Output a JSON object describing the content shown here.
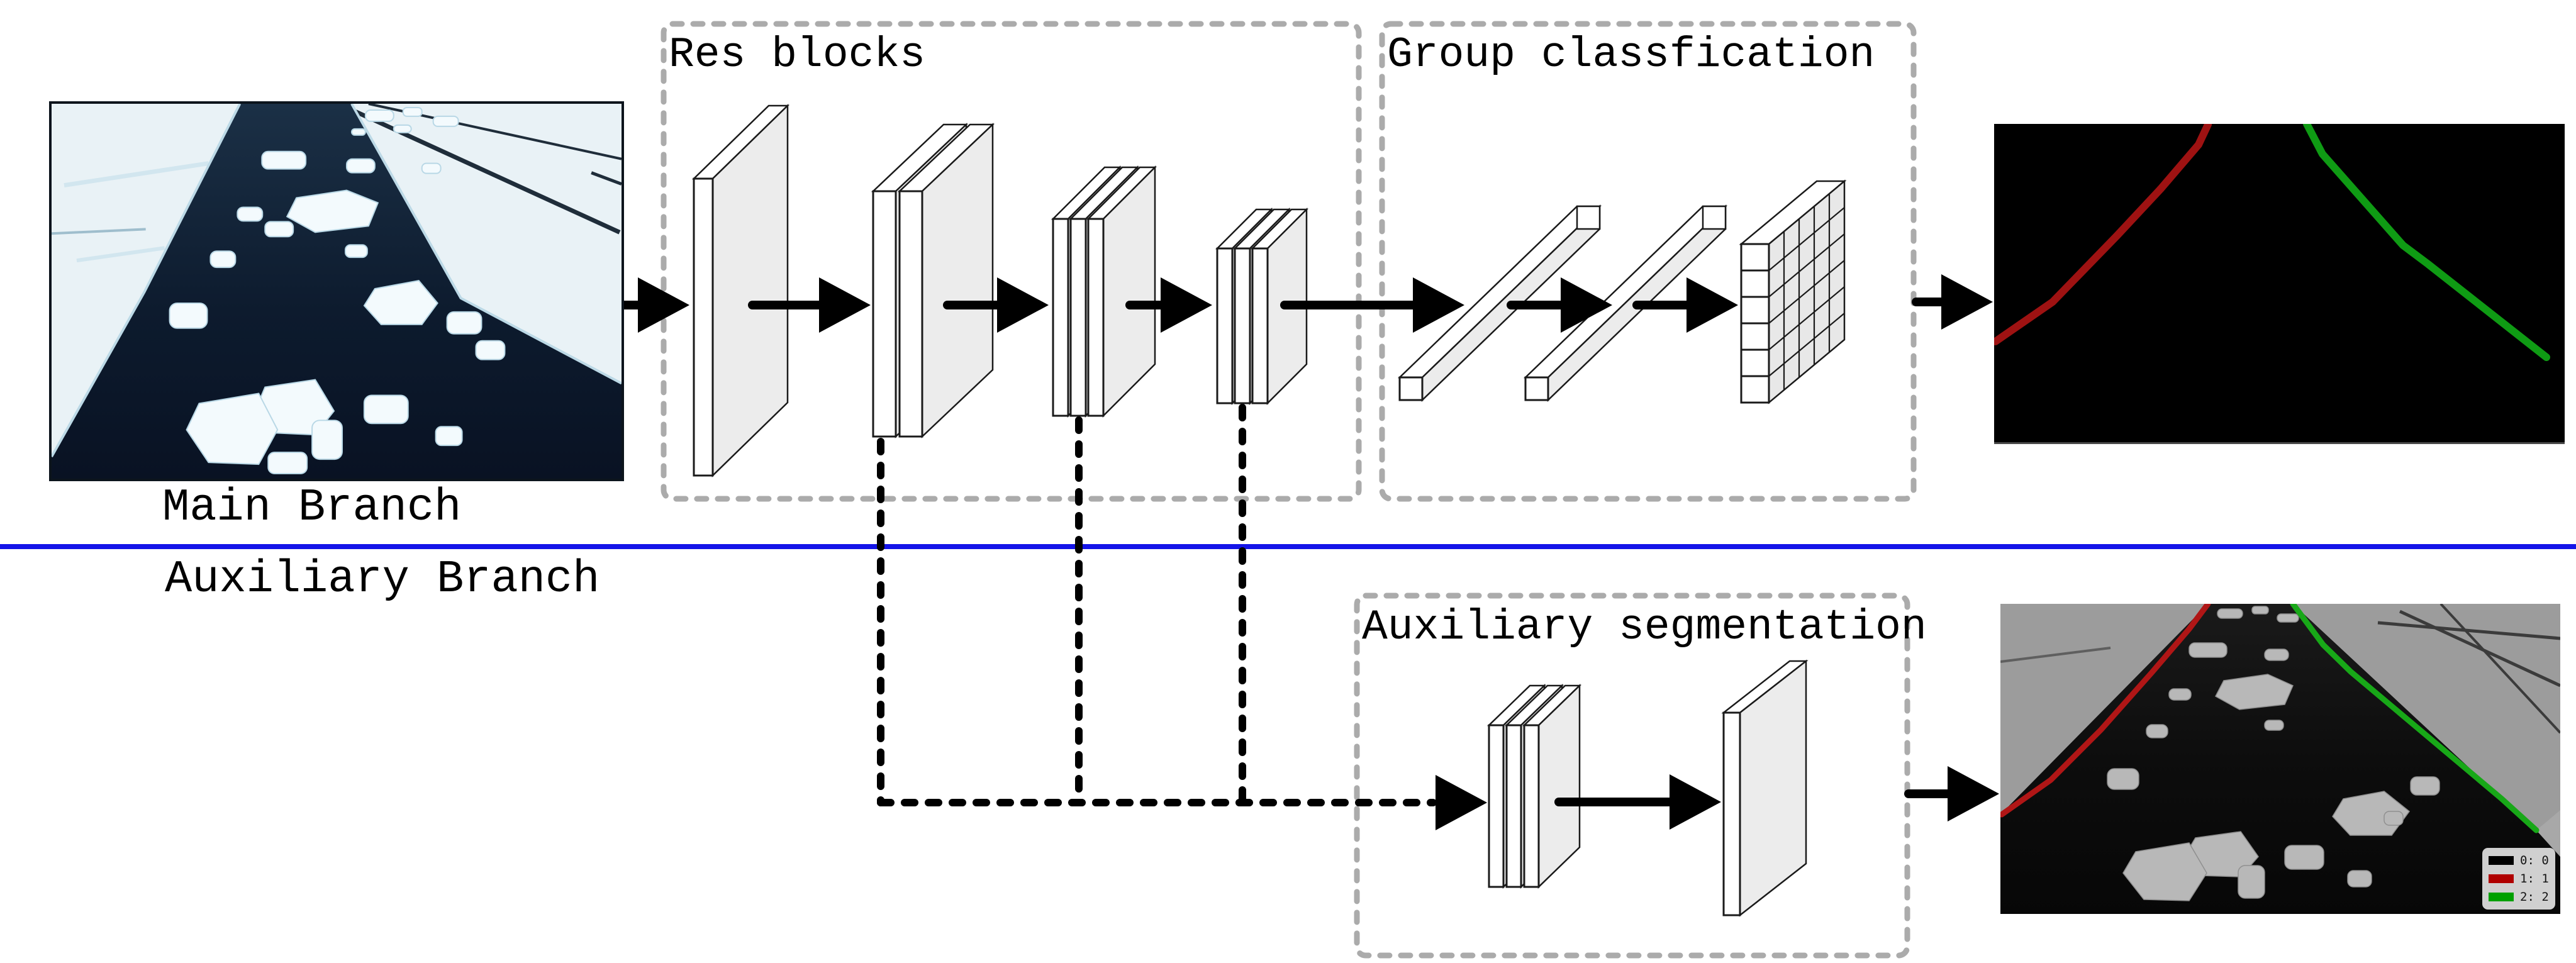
{
  "figure": {
    "branch_labels": {
      "main": "Main Branch",
      "auxiliary": "Auxiliary Branch"
    },
    "box_titles": {
      "res_blocks": "Res blocks",
      "group_classification": "Group classfication",
      "auxiliary_segmentation": "Auxiliary segmentation"
    },
    "legend": {
      "items": [
        {
          "label": "0: 0",
          "color": "#000000"
        },
        {
          "label": "1: 1",
          "color": "#b00000"
        },
        {
          "label": "2: 2",
          "color": "#00a000"
        }
      ]
    },
    "colors": {
      "divider_blue": "#1414e8",
      "boundary_red_dark": "#9e1212",
      "boundary_green": "#0f9b14",
      "boundary_red_aux": "#b01616",
      "boundary_green_aux": "#18a818",
      "box_dash_gray": "#ababab"
    }
  }
}
